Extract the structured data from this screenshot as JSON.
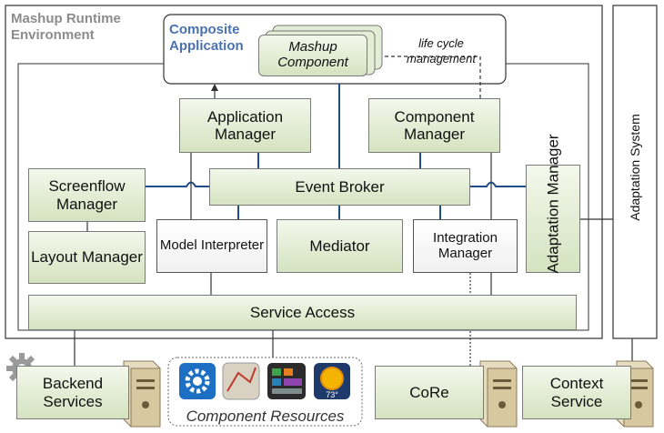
{
  "title": "Mashup Runtime Environment",
  "composite_app": {
    "label": "Composite Application",
    "component": "Mashup Component",
    "lifecycle_note": "life cycle management"
  },
  "modules": {
    "application_manager": "Application Manager",
    "component_manager": "Component Manager",
    "screenflow_manager": "Screenflow Manager",
    "event_broker": "Event Broker",
    "layout_manager": "Layout Manager",
    "model_interpreter": "Model Interpreter",
    "mediator": "Mediator",
    "integration_manager": "Integration Manager",
    "adaptation_manager": "Adaptation Manager",
    "service_access": "Service Access"
  },
  "adaptation_system": "Adaptation System",
  "external": {
    "backend_services": "Backend Services",
    "component_resources": "Component Resources",
    "core": "CoRe",
    "context_service": "Context Service",
    "weather_temp": "73°"
  },
  "colors": {
    "accent_blue": "#4a72b0",
    "box_green": "#d4e3c0",
    "line_blue": "#1f4e8c"
  }
}
